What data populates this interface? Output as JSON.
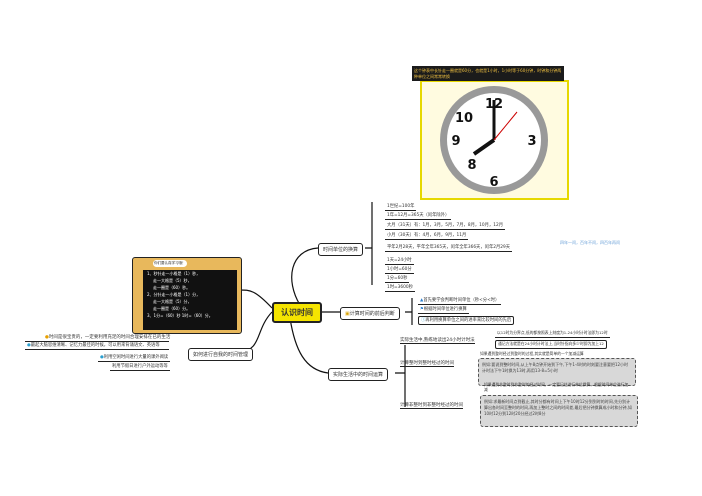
{
  "central": "认识时间",
  "clock_caption": "这个钟表中长针走一圈就是60分，也就是1小时，1小时等于60分钟，时钟和分钟两种单位之间常常转换",
  "branch1": {
    "label": "时间单位的换算",
    "leaves": [
      "1世纪=100年",
      "1年=12月=365天（闰年除外）",
      "大月（31天）有：1月，3月，5月，7月，8月，10月，12月",
      "小月（30天）有：4月，6月，9月，11月",
      "平年2月28天，平年全年365天，闰年全年366天，闰年2月29天",
      "1天=24小时",
      "1小时=60分",
      "1分=60秒",
      "1时=3600秒"
    ],
    "note": "四年一闰，百年不闰，四百年再闰"
  },
  "branch2": {
    "label": "计算时间的前后判断",
    "leaves": [
      "首先要学会判断时间单位（秒<分<时）",
      "根据时间单位进行换算",
      "再利用换算单位之间的进率来比较时间的先后"
    ]
  },
  "branch3": {
    "label": "实际生活中的时间运算",
    "subs": [
      {
        "label": "实际生活中,熟练地读出24小时计时法",
        "leaves": [
          "以12时为分界点,低的都按照表上刻度为1-24小时计时法即为12时",
          "通记方法就是在24小时计时法上,当时针指向多少时即为加上12"
        ]
      },
      {
        "label": "计算整时到整时经过的时间",
        "tip": "如果遇到整时经过到整时的过程,其实就是简单的一个加减运算",
        "note": "例如:要说到整时时间,从上午8点钟开始到下午,下午1-4时的时刻要注意要把12小时计时法下午1时换为13时,再用13-8=5小时"
      },
      {
        "label": "计算非整时到非整时经过的时间",
        "tip": "如果遇到非整时到非整时的经过时间，一定要记住进行单位换算，根据时间单位进行加减",
        "note": "例如:求最新时间点到截止,其时分都有时间上下午10时12分到到时的时间,先分别计算出各时间至整时的时间,再加上整时之间的时间差,最后把分钟换算成小时和分钟,如10时12分到12时20分经过2时8分"
      }
    ]
  },
  "branch4": {
    "label": "如何进行自我的时间管理",
    "leaves": [
      "时间是很宝贵的，一定要利用充足的时间合理安排在已的生活",
      "最起大脑思维清晰、记忆力最佳的时候，可以用来背诵语文、英语等",
      "利用空闲时间进行大量的课外阅读",
      "利用节假日进行户外运动等等"
    ]
  },
  "board": {
    "lines": [
      "1、秒针走一小格是（1）秒，",
      "走一大格是（5）秒，",
      "走一圈是（60）秒。",
      "2、分针走一小格是（1）分，",
      "走一大格是（5）分，",
      "走一圈是（60）分。",
      "3、1分=（60）秒  1时=（60）分。"
    ],
    "bubble": "你们要认真学习哦！"
  }
}
